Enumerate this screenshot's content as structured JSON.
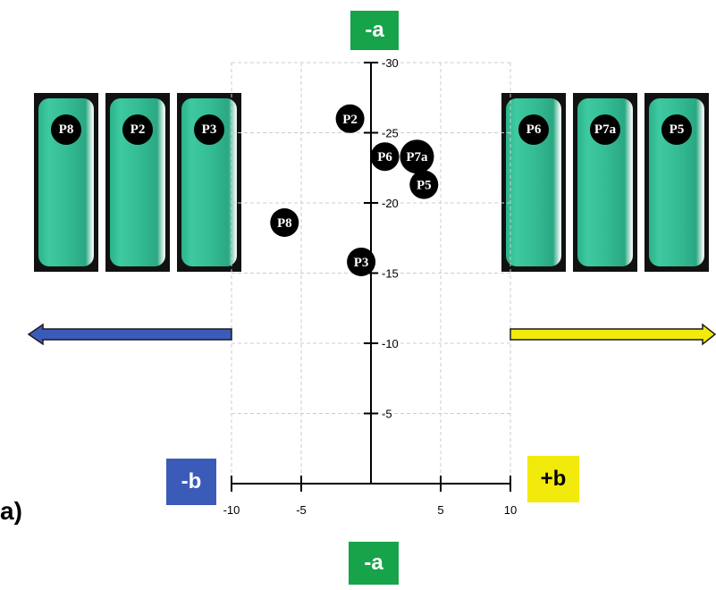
{
  "panel_label": "a)",
  "axis_boxes": {
    "top": {
      "text": "-a",
      "color": "#17a34a"
    },
    "bottom": {
      "text": "-a",
      "color": "#17a34a"
    },
    "left": {
      "text": "-b",
      "color": "#3b5bb8"
    },
    "right": {
      "text": "+b",
      "color": "#f2ea0a"
    }
  },
  "arrows": {
    "left_color": "#3b5bb8",
    "right_color": "#f2ea0a"
  },
  "vials": {
    "left": [
      "P8",
      "P2",
      "P3"
    ],
    "right": [
      "P6",
      "P7a",
      "P5"
    ]
  },
  "chart_data": {
    "type": "scatter",
    "title": "",
    "xlabel": "",
    "ylabel": "",
    "xlim": [
      -10,
      10
    ],
    "ylim": [
      0,
      30
    ],
    "grid": true,
    "x_ticks": [
      -10,
      -5,
      5,
      10
    ],
    "x_tick_labels": [
      "-10",
      "-5",
      "5",
      "10"
    ],
    "y_ticks": [
      5,
      10,
      15,
      20,
      25,
      30
    ],
    "y_tick_labels": [
      "-5",
      "-10",
      "-15",
      "-20",
      "-25",
      "-30"
    ],
    "points": [
      {
        "label": "P2",
        "x": -1.5,
        "y": 26.0
      },
      {
        "label": "P6",
        "x": 1.0,
        "y": 23.3
      },
      {
        "label": "P7a",
        "x": 3.3,
        "y": 23.3
      },
      {
        "label": "P5",
        "x": 3.8,
        "y": 21.3
      },
      {
        "label": "P8",
        "x": -6.2,
        "y": 18.6
      },
      {
        "label": "P3",
        "x": -0.7,
        "y": 15.8
      }
    ]
  }
}
